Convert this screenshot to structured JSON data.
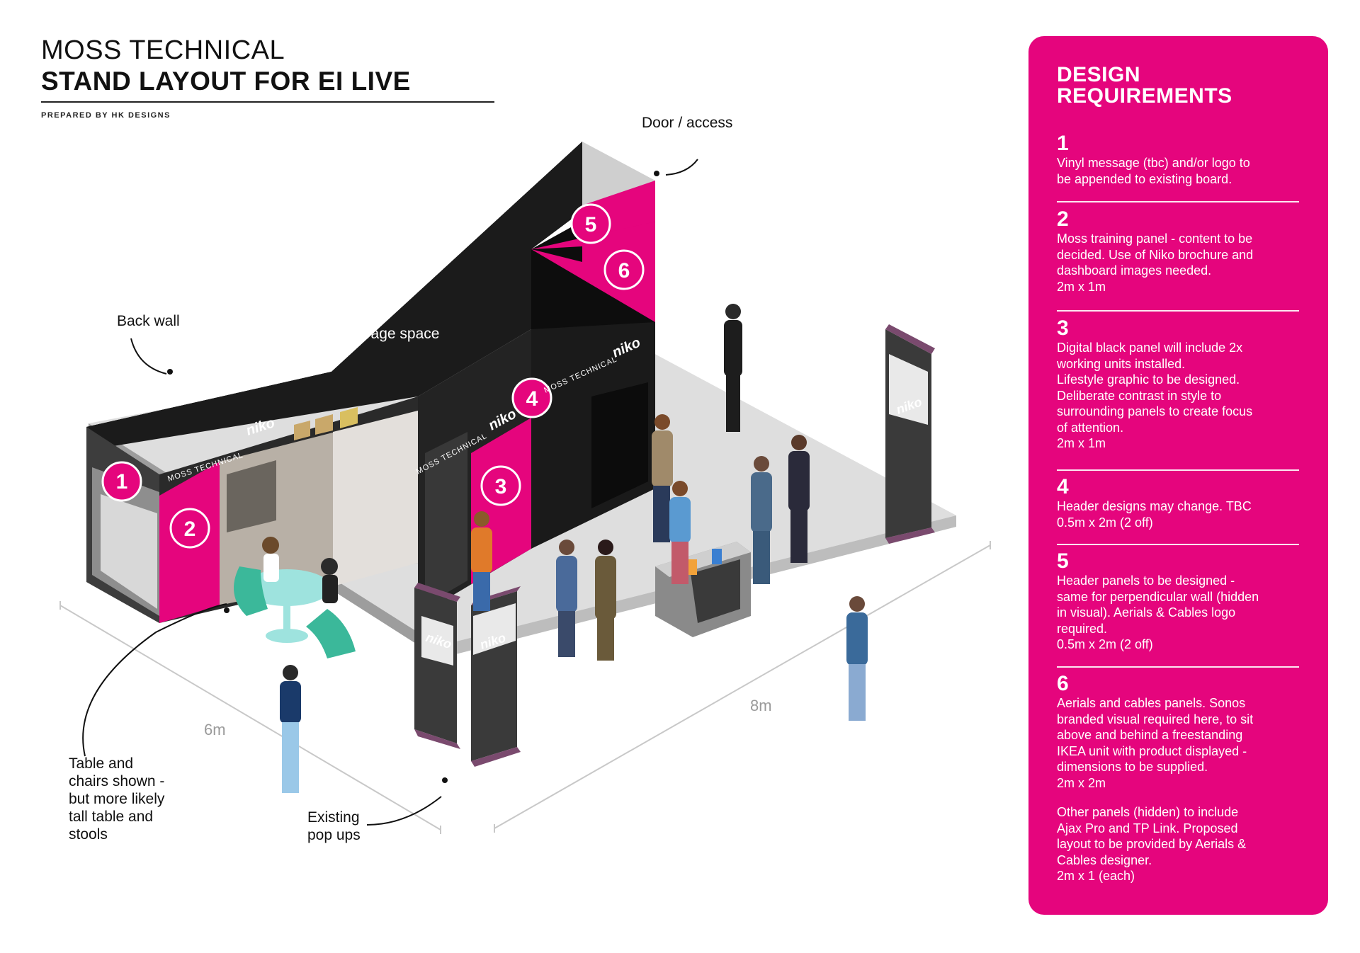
{
  "header": {
    "company": "MOSS TECHNICAL",
    "title": "STAND LAYOUT FOR EI LIVE",
    "prepared_by": "PREPARED BY HK DESIGNS"
  },
  "diagram": {
    "labels": {
      "door": "Door / access",
      "back_wall": "Back wall",
      "storage": "Storage space",
      "table": "Table and\nchairs shown -\nbut more likely\ntall table and\nstools",
      "popups": "Existing\npop ups"
    },
    "dimensions": {
      "width": "6m",
      "length": "8m"
    },
    "markers": [
      "1",
      "2",
      "3",
      "4",
      "5",
      "6"
    ],
    "brand_text": [
      "MOSS TECHNICAL",
      "niko",
      "MOSS TECHNICAL",
      "niko",
      "MOSS TECHNICAL",
      "niko",
      "niko",
      "niko",
      "niko"
    ],
    "colors": {
      "accent": "#e5057d",
      "wall": "#1a1a1a",
      "floor": "#dcdcdc"
    }
  },
  "requirements": {
    "title": "DESIGN\nREQUIREMENTS",
    "items": [
      {
        "num": "1",
        "text": "Vinyl message (tbc) and/or logo to\nbe appended to existing board."
      },
      {
        "num": "2",
        "text": "Moss training panel - content to be\ndecided. Use of Niko brochure and\ndashboard images needed.\n2m x 1m"
      },
      {
        "num": "3",
        "text": "Digital black panel will include 2x\nworking units installed.\nLifestyle graphic to be designed.\nDeliberate contrast in style to\nsurrounding panels to create focus\nof attention.\n2m x 1m"
      },
      {
        "num": "4",
        "text": "Header designs may change. TBC\n0.5m x 2m (2 off)"
      },
      {
        "num": "5",
        "text": "Header panels to be designed -\nsame for perpendicular wall (hidden\nin visual). Aerials & Cables logo\nrequired.\n0.5m x 2m (2 off)"
      },
      {
        "num": "6",
        "text": "Aerials and cables panels. Sonos\nbranded visual required here, to sit\nabove and behind a freestanding\nIKEA unit with product displayed -\ndimensions to be supplied.\n2m x 2m"
      }
    ],
    "note": "Other panels (hidden) to include\nAjax Pro and TP Link. Proposed\nlayout to be provided by Aerials &\nCables designer.\n2m x 1 (each)"
  }
}
